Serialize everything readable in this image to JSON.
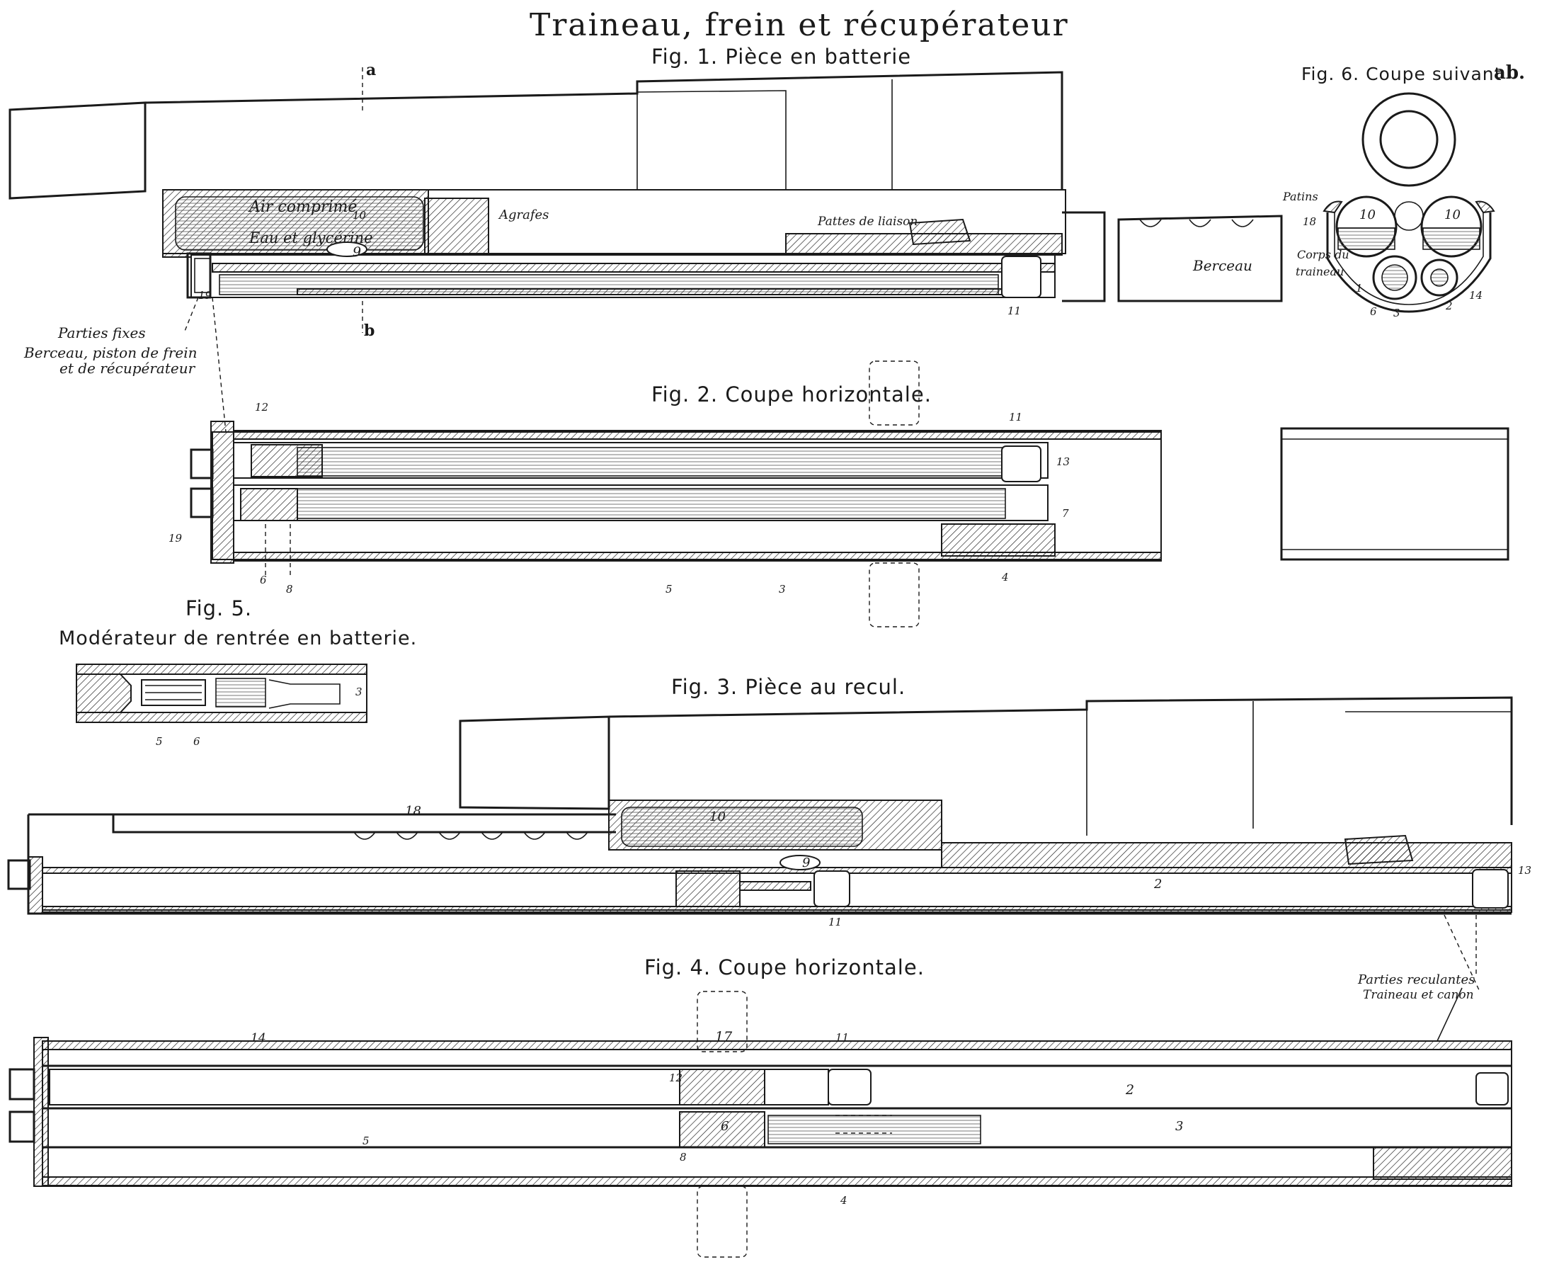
{
  "plate": {
    "title": "Traineau, frein et récupérateur"
  },
  "fig1": {
    "caption": "Fig. 1. Pièce en batterie",
    "section_mark_a": "a",
    "section_mark_b": "b",
    "label_air": "Air comprimé",
    "label_fluid": "Eau et glycérine",
    "label_agrafes": "Agrafes",
    "label_pattes": "Pattes de liaison",
    "label_berceau": "Berceau",
    "num_10": "10",
    "num_9": "9",
    "num_19": "19",
    "num_11": "11"
  },
  "fixed_parts": {
    "line1": "Parties fixes",
    "line2": "Berceau, piston de frein",
    "line3": "et de récupérateur"
  },
  "fig2": {
    "caption": "Fig. 2. Coupe horizontale.",
    "num_12": "12",
    "num_11": "11",
    "num_13": "13",
    "num_7": "7",
    "num_19": "19",
    "num_6": "6",
    "num_8": "8",
    "num_5": "5",
    "num_3": "3",
    "num_4": "4"
  },
  "fig5": {
    "caption_1": "Fig. 5.",
    "caption_2": "Modérateur de rentrée en batterie.",
    "num_3": "3",
    "num_5": "5",
    "num_6": "6"
  },
  "fig3": {
    "caption": "Fig. 3. Pièce au recul.",
    "num_18": "18",
    "num_10": "10",
    "num_9": "9",
    "num_2": "2",
    "num_13": "13",
    "num_11": "11"
  },
  "fig4": {
    "caption": "Fig. 4. Coupe horizontale.",
    "num_14": "14",
    "num_17": "17",
    "num_11": "11",
    "num_12": "12",
    "num_2": "2",
    "num_6": "6",
    "num_3": "3",
    "num_5": "5",
    "num_8": "8",
    "num_4": "4"
  },
  "recoil_parts": {
    "line1": "Parties reculantes",
    "line2": "Traineau et canon"
  },
  "fig6": {
    "caption": "Fig. 6. Coupe suivant",
    "caption_bold": "ab.",
    "label_patins": "Patins",
    "label_corps_1": "Corps du",
    "label_corps_2": "traineau",
    "num_18": "18",
    "num_10a": "10",
    "num_10b": "10",
    "num_1": "1",
    "num_6": "6",
    "num_3": "3",
    "num_2": "2",
    "num_14": "14"
  }
}
